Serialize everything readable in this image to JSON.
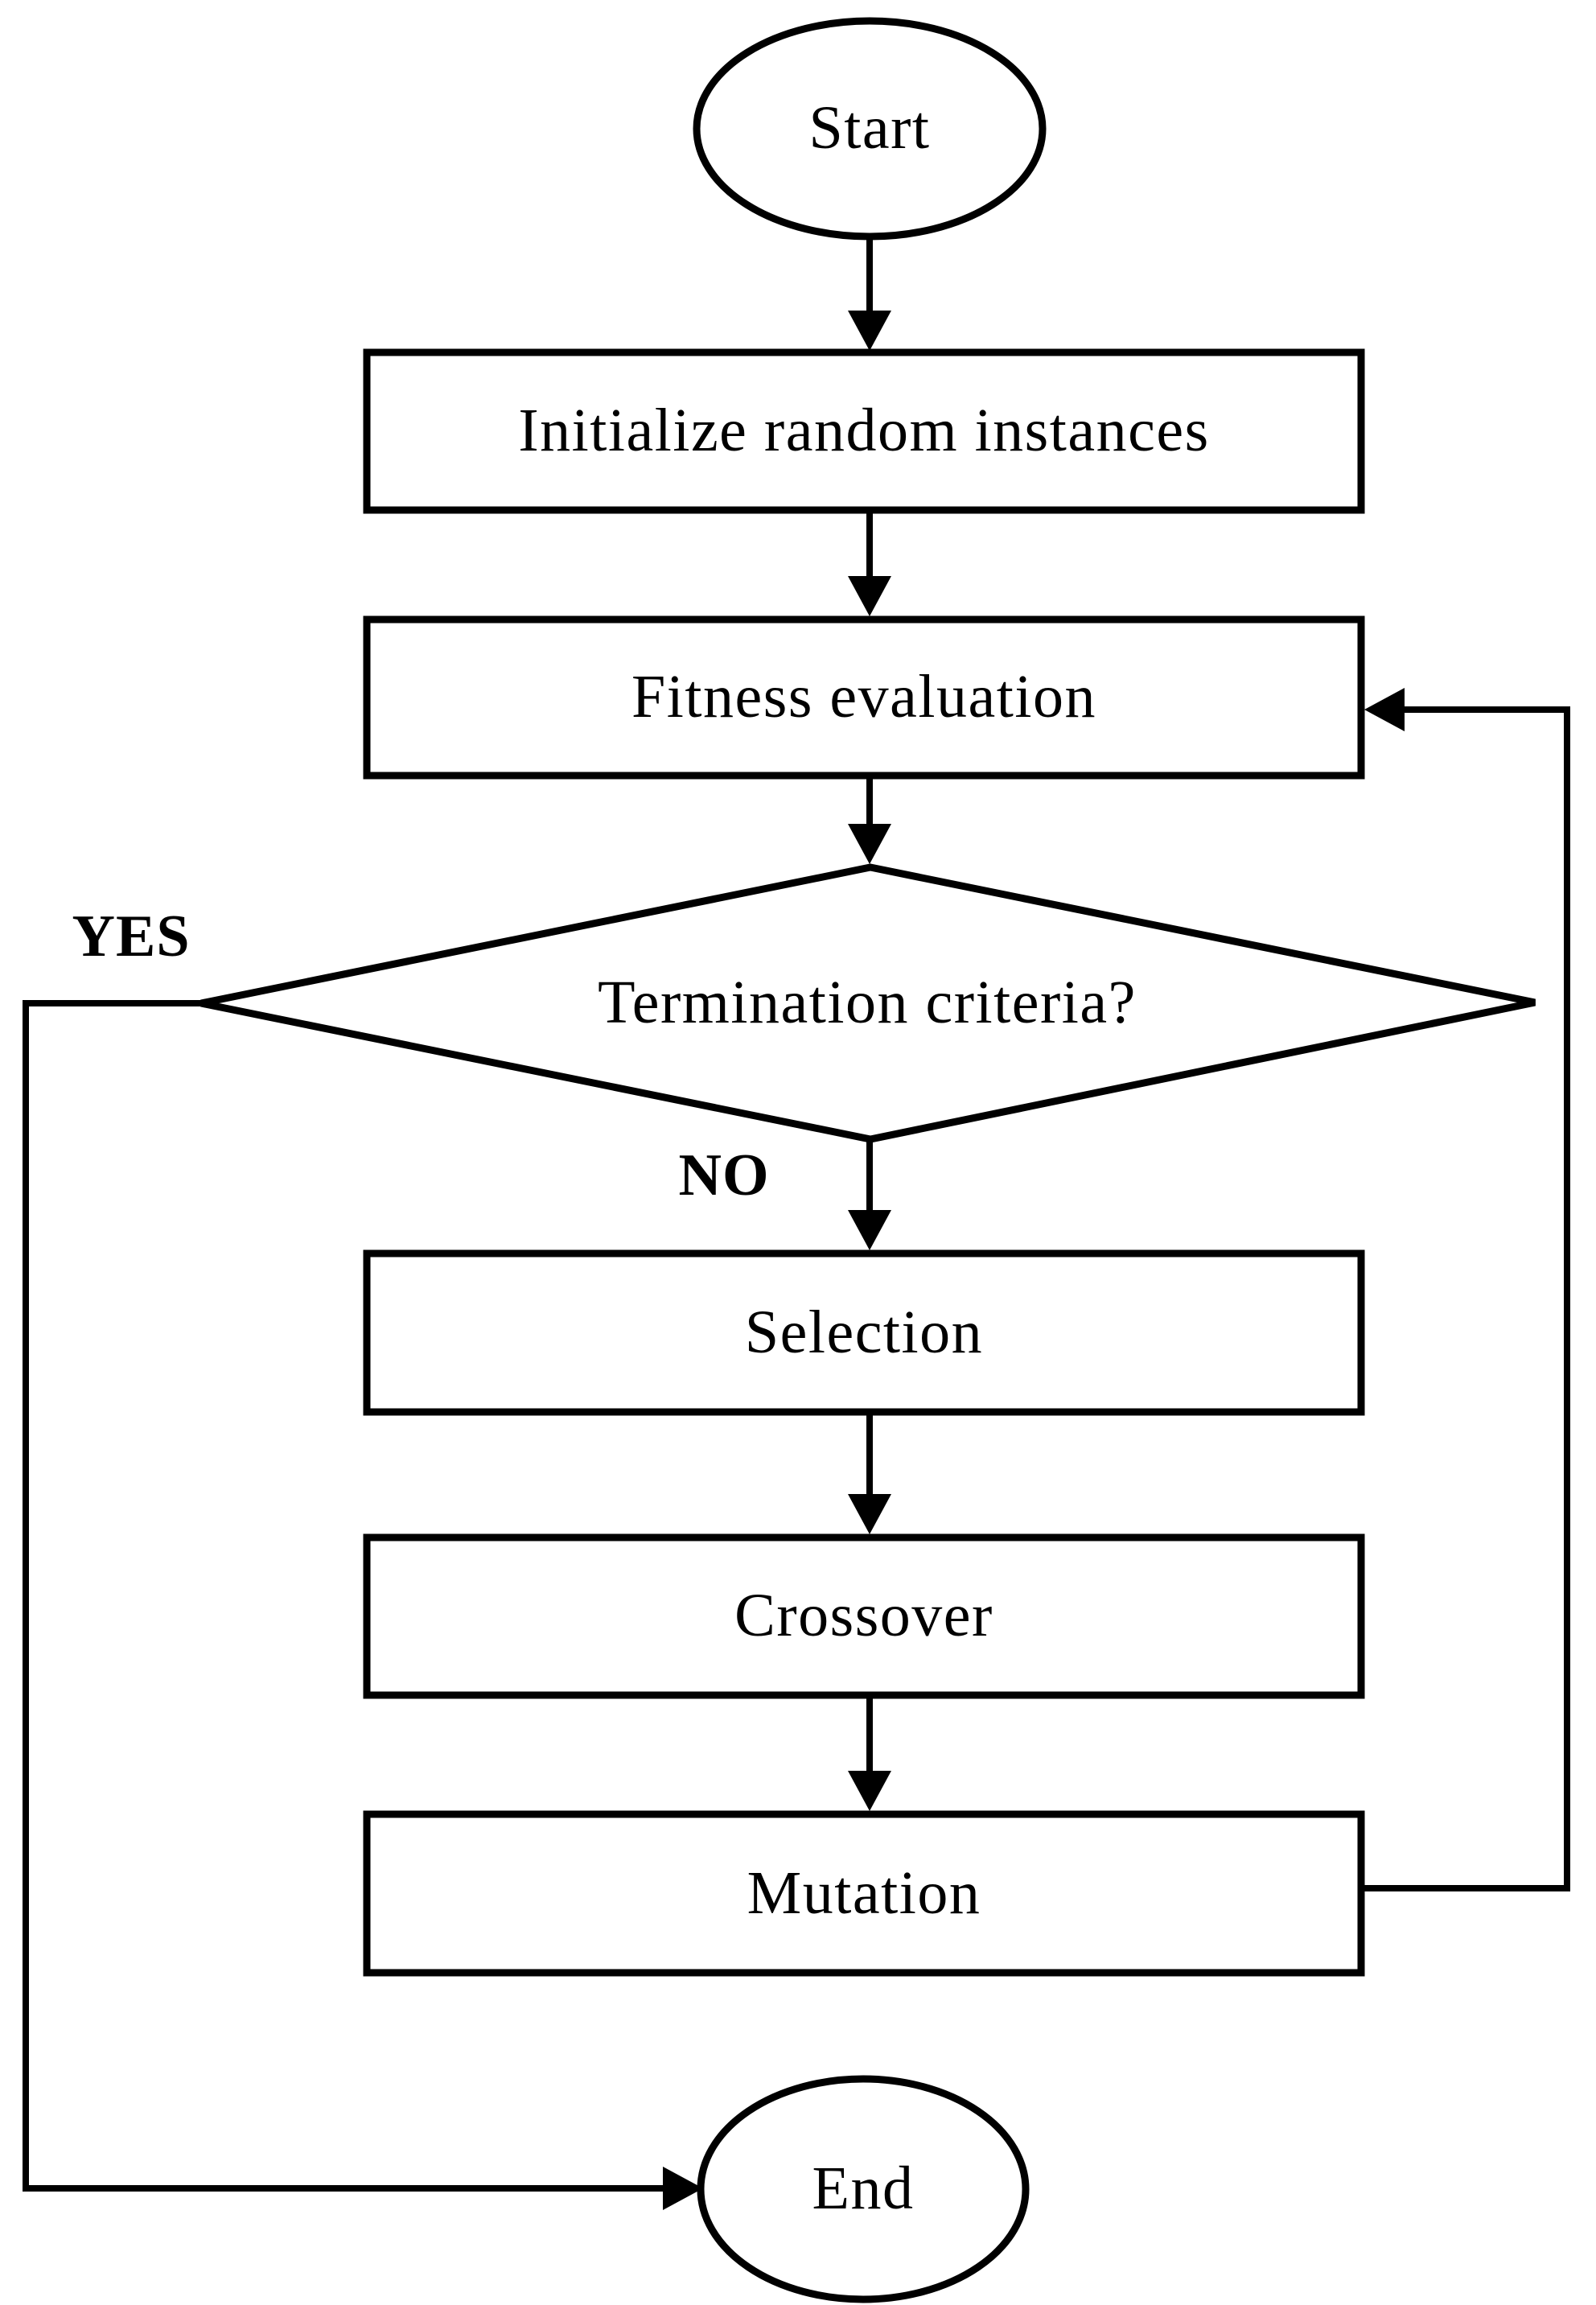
{
  "flowchart": {
    "nodes": {
      "start": {
        "label": "Start"
      },
      "initialize": {
        "label": "Initialize random instances"
      },
      "fitness": {
        "label": "Fitness evaluation"
      },
      "decision": {
        "label": "Termination criteria?"
      },
      "selection": {
        "label": "Selection"
      },
      "crossover": {
        "label": "Crossover"
      },
      "mutation": {
        "label": "Mutation"
      },
      "end": {
        "label": "End"
      }
    },
    "branch_labels": {
      "yes": "YES",
      "no": "NO"
    },
    "colors": {
      "line": "#000000",
      "shape_fill": "#ffffff",
      "background": "#ffffff"
    }
  }
}
